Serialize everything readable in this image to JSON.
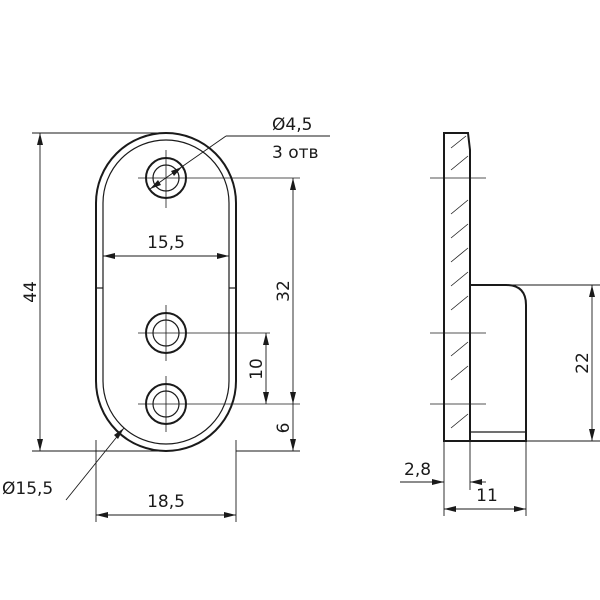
{
  "drawing": {
    "dimensions": {
      "hole_diameter": "Ø4,5",
      "hole_count": "3 отв",
      "overall_height": "44",
      "inner_width": "15,5",
      "hole_spacing_top": "32",
      "hole_spacing_bottom": "10",
      "edge_offset": "6",
      "outer_radius": "Ø15,5",
      "overall_width": "18,5",
      "thickness": "2,8",
      "depth": "11",
      "support_height": "22"
    }
  }
}
